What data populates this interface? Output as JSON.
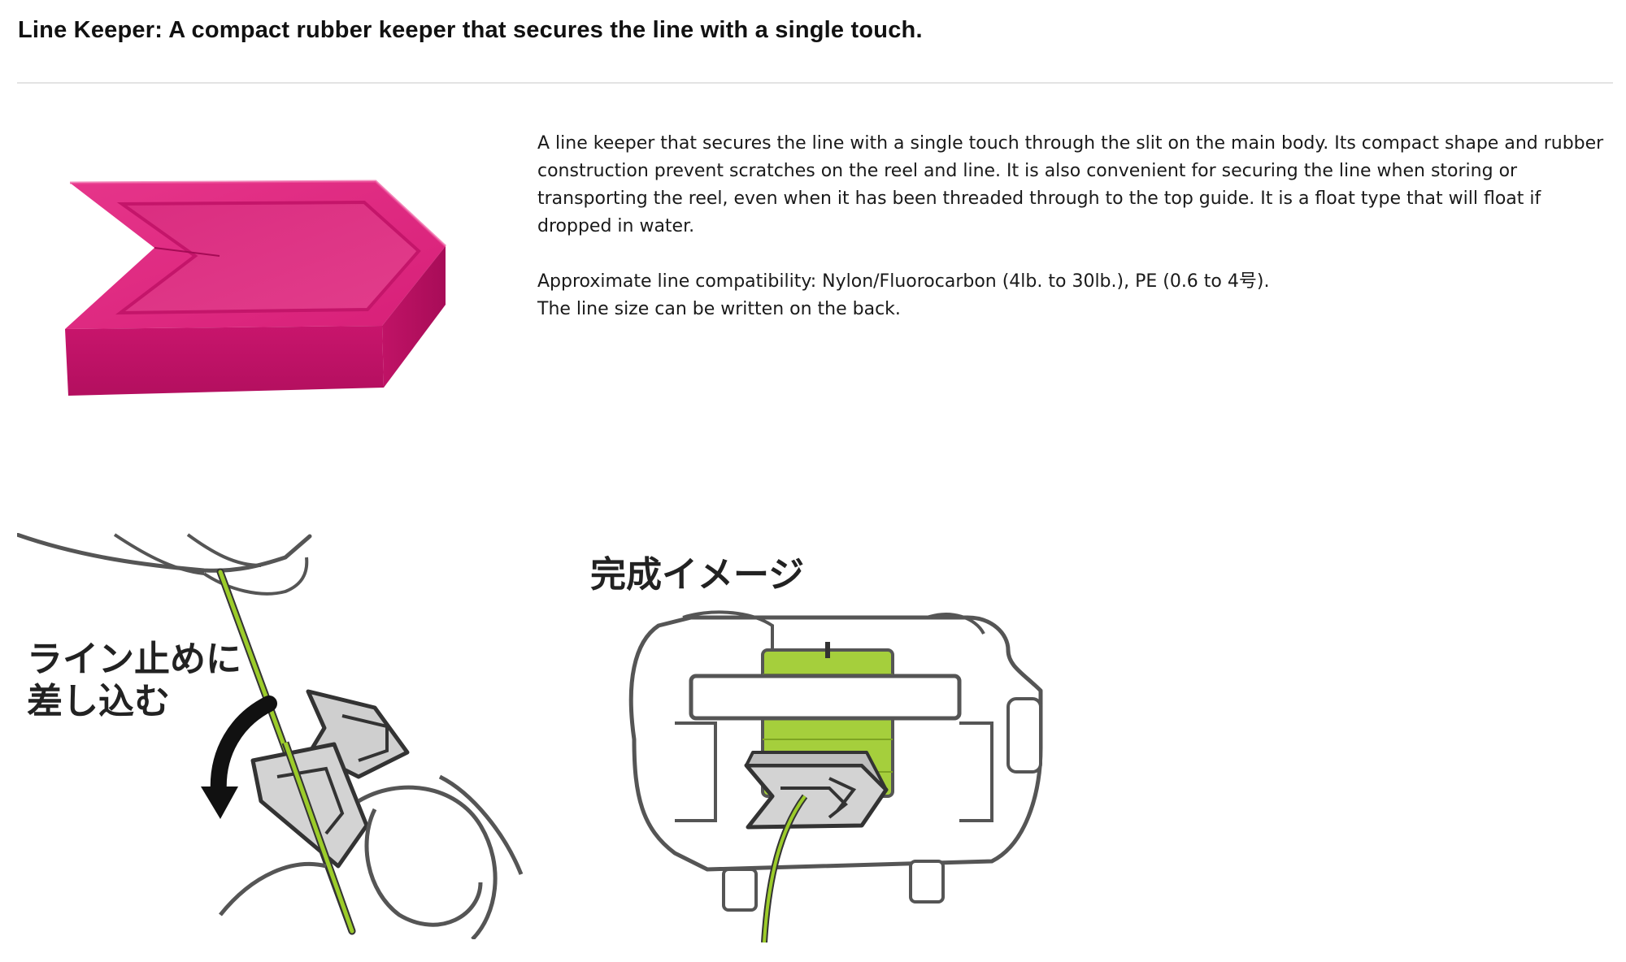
{
  "header": {
    "title": "Line Keeper: A compact rubber keeper that secures the line with a single touch."
  },
  "description": {
    "paragraph1": "A line keeper that secures the line with a single touch through the slit on the main body. Its compact shape and rubber construction prevent scratches on the reel and line. It is also convenient for securing the line when storing or transporting the reel, even when it has been threaded through to the top guide. It is a float type that will float if dropped in water.",
    "compatibility": "Approximate line compatibility: Nylon/Fluorocarbon (4lb. to 30lb.), PE (0.6 to 4号).",
    "note": "The line size can be written on the back."
  },
  "illustrations": {
    "insert_label_line1": "ライン止めに",
    "insert_label_line2": "差し込む",
    "complete_label": "完成イメージ"
  },
  "colors": {
    "keeper_pink": "#d81e79",
    "line_green": "#9ccc2a",
    "outline_gray": "#555555"
  }
}
